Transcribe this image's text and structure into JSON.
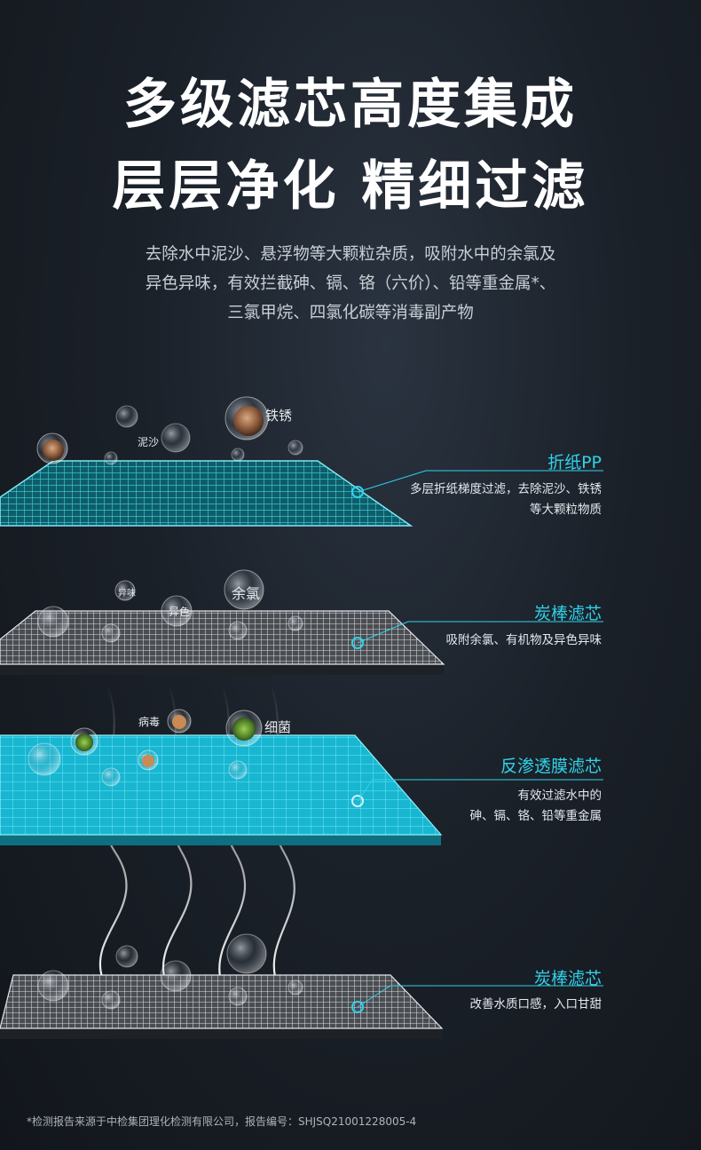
{
  "headline": {
    "line1": "多级滤芯高度集成",
    "line2": "层层净化 精细过滤"
  },
  "intro": {
    "line1": "去除水中泥沙、悬浮物等大颗粒杂质，吸附水中的余氯及",
    "line2": "异色异味，有效拦截砷、镉、铬（六价）、铅等重金属*、",
    "line3": "三氯甲烷、四氯化碳等消毒副产物"
  },
  "layers": [
    {
      "title": "折纸PP",
      "desc1": "多层折纸梯度过滤，去除泥沙、铁锈",
      "desc2": "等大颗粒物质"
    },
    {
      "title": "炭棒滤芯",
      "desc1": "吸附余氯、有机物及异色异味",
      "desc2": ""
    },
    {
      "title": "反渗透膜滤芯",
      "desc1": "有效过滤水中的",
      "desc2": "砷、镉、铬、铅等重金属"
    },
    {
      "title": "炭棒滤芯",
      "desc1": "改善水质口感，入口甘甜",
      "desc2": ""
    }
  ],
  "particles": {
    "rust": "铁锈",
    "sand": "泥沙",
    "odor": "异味",
    "color": "异色",
    "chlorine": "余氯",
    "virus": "病毒",
    "bacteria": "细菌"
  },
  "footnote": "*检测报告来源于中检集团理化检测有限公司，报告编号：SHJSQ21001228005-4",
  "colors": {
    "accent": "#2fd3ea",
    "pp_layer": "#1ea7b8",
    "carbon_layer": "#9a9fa6",
    "ro_layer": "#1cc4dc"
  }
}
